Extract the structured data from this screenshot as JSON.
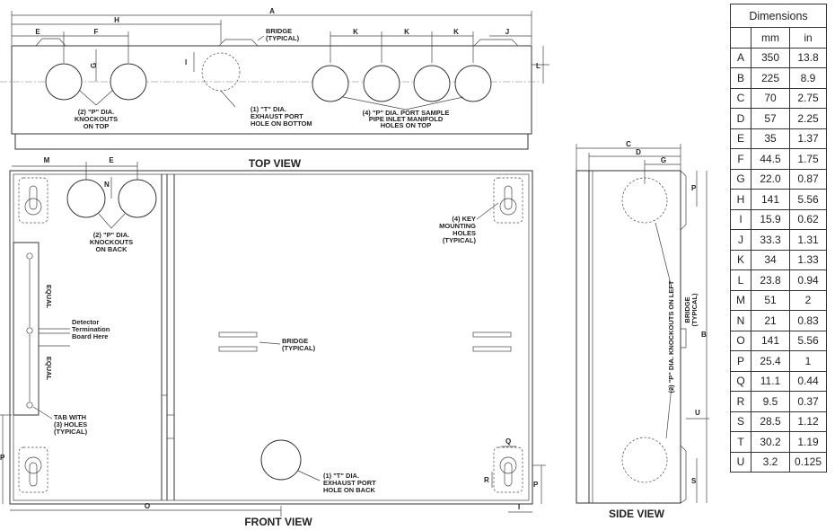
{
  "table": {
    "title": "Dimensions",
    "col_mm": "mm",
    "col_in": "in",
    "rows": [
      {
        "k": "A",
        "mm": "350",
        "in": "13.8"
      },
      {
        "k": "B",
        "mm": "225",
        "in": "8.9"
      },
      {
        "k": "C",
        "mm": "70",
        "in": "2.75"
      },
      {
        "k": "D",
        "mm": "57",
        "in": "2.25"
      },
      {
        "k": "E",
        "mm": "35",
        "in": "1.37"
      },
      {
        "k": "F",
        "mm": "44.5",
        "in": "1.75"
      },
      {
        "k": "G",
        "mm": "22.0",
        "in": "0.87"
      },
      {
        "k": "H",
        "mm": "141",
        "in": "5.56"
      },
      {
        "k": "I",
        "mm": "15.9",
        "in": "0.62"
      },
      {
        "k": "J",
        "mm": "33.3",
        "in": "1.31"
      },
      {
        "k": "K",
        "mm": "34",
        "in": "1.33"
      },
      {
        "k": "L",
        "mm": "23.8",
        "in": "0.94"
      },
      {
        "k": "M",
        "mm": "51",
        "in": "2"
      },
      {
        "k": "N",
        "mm": "21",
        "in": "0.83"
      },
      {
        "k": "O",
        "mm": "141",
        "in": "5.56"
      },
      {
        "k": "P",
        "mm": "25.4",
        "in": "1"
      },
      {
        "k": "Q",
        "mm": "11.1",
        "in": "0.44"
      },
      {
        "k": "R",
        "mm": "9.5",
        "in": "0.37"
      },
      {
        "k": "S",
        "mm": "28.5",
        "in": "1.12"
      },
      {
        "k": "T",
        "mm": "30.2",
        "in": "1.19"
      },
      {
        "k": "U",
        "mm": "3.2",
        "in": "0.125"
      }
    ]
  },
  "views": {
    "top": "TOP VIEW",
    "front": "FRONT VIEW",
    "side": "SIDE VIEW"
  },
  "dim_letters": {
    "A": "A",
    "B": "B",
    "C": "C",
    "D": "D",
    "E": "E",
    "F": "F",
    "G": "G",
    "H": "H",
    "I": "I",
    "J": "J",
    "K": "K",
    "L": "L",
    "M": "M",
    "N": "N",
    "O": "O",
    "P": "P",
    "Q": "Q",
    "R": "R",
    "S": "S",
    "U": "U"
  },
  "notes": {
    "bridge_1": "BRIDGE",
    "bridge_2": "(TYPICAL)",
    "top_p_1": "(2)  \"P\" DIA.",
    "top_p_2": "KNOCKOUTS",
    "top_p_3": "ON TOP",
    "top_t_1": "(1)  \"T\" DIA.",
    "top_t_2": "EXHAUST PORT",
    "top_t_3": "HOLE ON BOTTOM",
    "manifold_1": "(4)  \"P\" DIA. PORT SAMPLE",
    "manifold_2": "PIPE INLET MANIFOLD",
    "manifold_3": "HOLES ON TOP",
    "back_p_1": "(2)  \"P\" DIA.",
    "back_p_2": "KNOCKOUTS",
    "back_p_3": "ON BACK",
    "key_1": "(4) KEY",
    "key_2": "MOUNTING",
    "key_3": "HOLES",
    "key_4": "(TYPICAL)",
    "detector_1": "Detector",
    "detector_2": "Termination",
    "detector_3": "Board Here",
    "equal": "EQUAL",
    "tab_1": "TAB WITH",
    "tab_2": "(3) HOLES",
    "tab_3": "(TYPICAL)",
    "front_t_1": "(1)  \"T\" DIA.",
    "front_t_2": "EXHAUST PORT",
    "front_t_3": "HOLE ON BACK",
    "side_knock": "(2)  \"P\" DIA. KNOCKOUTS ON LEFT",
    "side_bridge_1": "BRIDGE",
    "side_bridge_2": "(TYPICAL)"
  }
}
